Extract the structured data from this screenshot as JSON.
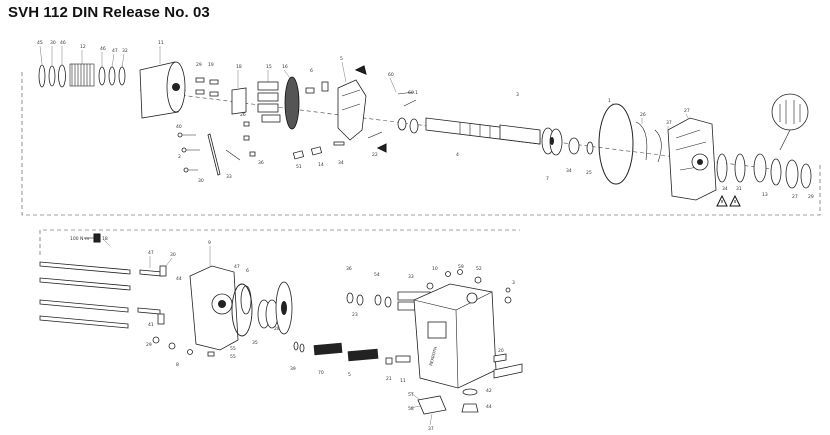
{
  "title": "SVH 112 DIN Release No. 03",
  "callouts": {
    "top_row": [
      "45",
      "30",
      "46",
      "12",
      "46",
      "47",
      "32",
      "11",
      "29",
      "19",
      "40",
      "18",
      "15",
      "16",
      "6",
      "5",
      "60",
      "4",
      "26",
      "36",
      "60.1",
      "2",
      "51",
      "22",
      "30",
      "33",
      "3",
      "14",
      "34",
      "7",
      "1",
      "34",
      "25",
      "26",
      "37",
      "27",
      "34",
      "31",
      "13",
      "27",
      "29"
    ],
    "lower_row": [
      "100 N·m",
      "18",
      "47",
      "30",
      "44",
      "41",
      "29",
      "47",
      "9",
      "6",
      "8",
      "28",
      "35",
      "36",
      "54",
      "55",
      "55",
      "33",
      "10",
      "59",
      "52",
      "20",
      "23",
      "57",
      "58",
      "37",
      "70",
      "21",
      "11",
      "39",
      "5",
      "3",
      "42",
      "44"
    ],
    "brand_stamp": "REXROTH"
  },
  "icons": [
    "warning-triangle-icon",
    "warning-triangle-icon",
    "arrow-icon",
    "arrow-icon",
    "wrench-icon"
  ]
}
